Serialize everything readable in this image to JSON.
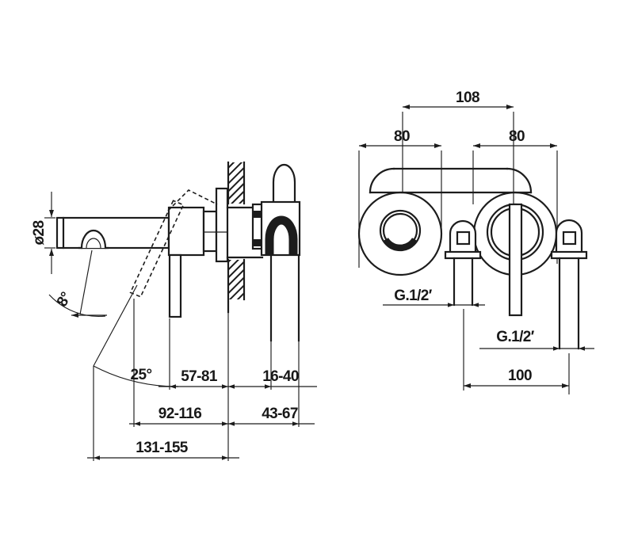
{
  "drawing_type": "faucet-installation-dimension-drawing",
  "colors": {
    "line": "#1c1c1c",
    "background": "#ffffff"
  },
  "side": {
    "spout_diameter": "ø28",
    "spray_angle": "8°",
    "lever_angle": "25°",
    "wall_to_lever": "57-81",
    "embed_depth": "16-40",
    "wall_to_lever_tilted": "92-116",
    "wall_to_outlet": "43-67",
    "max_reach": "131-155"
  },
  "front": {
    "center_distance": "108",
    "left_escutcheon": "80",
    "right_escutcheon": "80",
    "left_thread": "G.1/2′",
    "right_thread": "G.1/2′",
    "inlet_spacing": "100"
  }
}
